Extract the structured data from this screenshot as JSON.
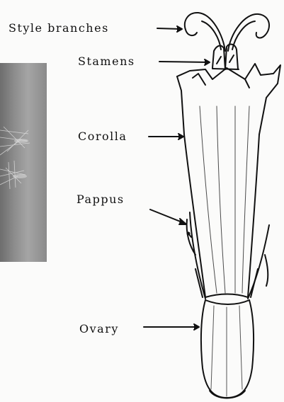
{
  "labels": {
    "style_branches": "Style branches",
    "stamens": "Stamens",
    "corolla": "Corolla",
    "pappus": "Pappus",
    "ovary": "Ovary"
  },
  "colors": {
    "ink": "#111111",
    "paper": "#fbfbfa",
    "photo": "#8a8a8a"
  }
}
